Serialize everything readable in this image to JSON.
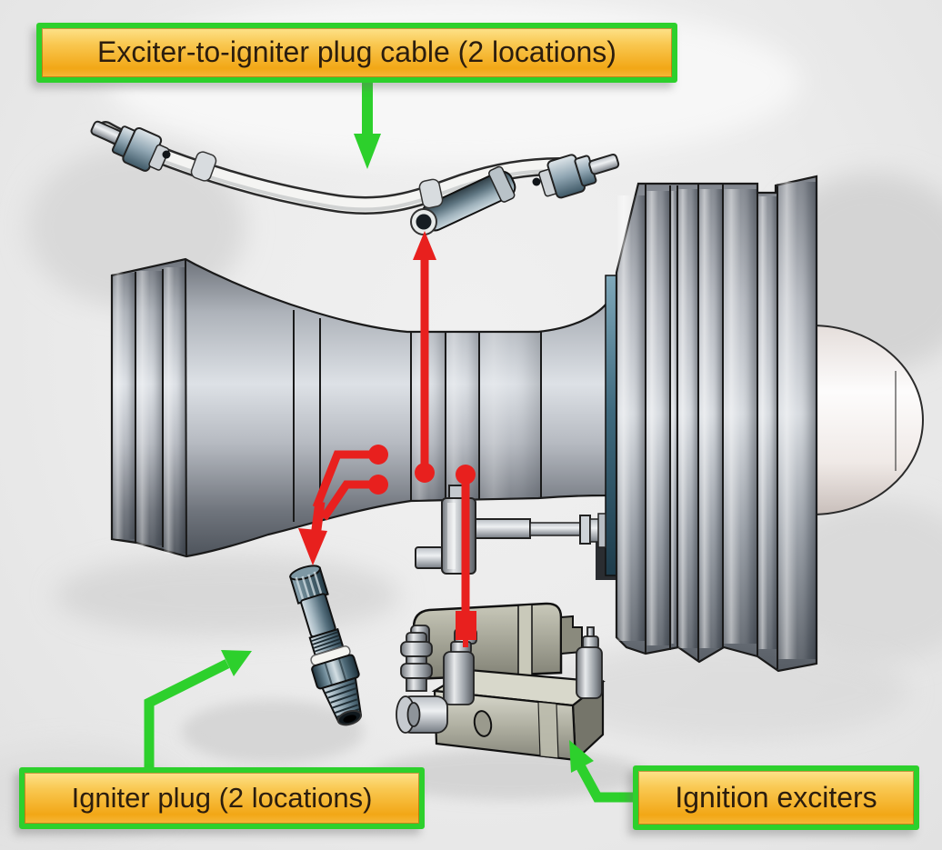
{
  "figure": {
    "type": "technical-diagram",
    "subject": "turbine engine ignition system components",
    "callouts": {
      "cable": {
        "label": "Exciter-to-igniter plug cable (2 locations)"
      },
      "igniter_plug": {
        "label": "Igniter plug (2 locations)"
      },
      "ignition_exciters": {
        "label": "Ignition exciters"
      }
    },
    "colors": {
      "background": "#ebebeb",
      "callout_border_green": "#2dd02c",
      "callout_fill_top": "#fde28a",
      "callout_fill_bottom": "#f2a716",
      "callout_text": "#2b1d0e",
      "leader_red": "#e8201e",
      "engine_steel_light": "#dde1e6",
      "engine_steel_dark": "#4e545c",
      "exciter_box_gray": "#a5a597",
      "front_strip_teal": "#3f6a7e",
      "exhaust_bullet_white": "#fbfafa"
    }
  }
}
